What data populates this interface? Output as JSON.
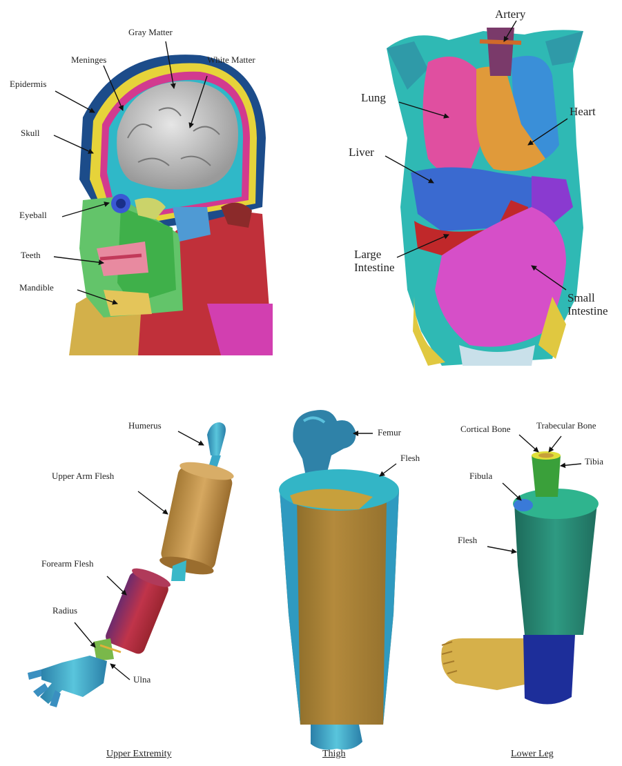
{
  "head_panel": {
    "labels": {
      "gray_matter": "Gray Matter",
      "white_matter": "White Matter",
      "meninges": "Meninges",
      "epidermis": "Epidermis",
      "skull": "Skull",
      "eyeball": "Eyeball",
      "teeth": "Teeth",
      "mandible": "Mandible"
    }
  },
  "torso_panel": {
    "labels": {
      "artery": "Artery",
      "lung": "Lung",
      "heart": "Heart",
      "liver": "Liver",
      "large_intestine": "Large\nIntestine",
      "small_intestine": "Small\nIntestine"
    }
  },
  "upper_extremity_panel": {
    "labels": {
      "humerus": "Humerus",
      "upper_arm_flesh": "Upper Arm Flesh",
      "forearm_flesh": "Forearm Flesh",
      "radius": "Radius",
      "ulna": "Ulna"
    },
    "caption": "Upper Extremity"
  },
  "thigh_panel": {
    "labels": {
      "femur": "Femur",
      "flesh": "Flesh"
    },
    "caption": "Thigh"
  },
  "lower_leg_panel": {
    "labels": {
      "cortical_bone": "Cortical Bone",
      "trabecular_bone": "Trabecular Bone",
      "tibia": "Tibia",
      "fibula": "Fibula",
      "flesh": "Flesh"
    },
    "caption": "Lower Leg"
  }
}
